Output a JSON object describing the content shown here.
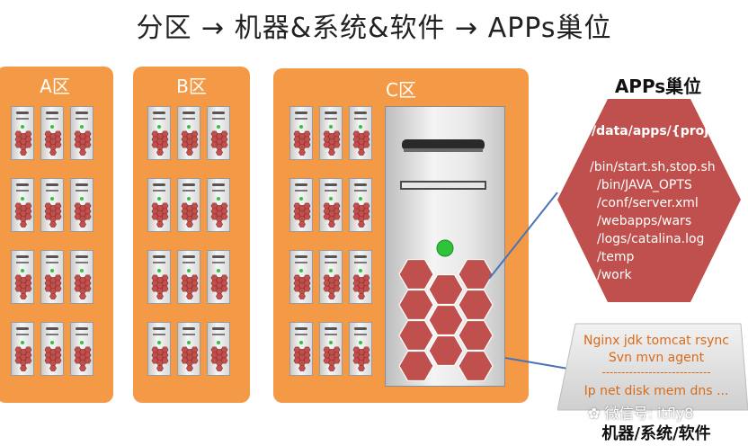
{
  "title": "分区 → 机器&系统&软件 → APPs巢位",
  "zones": [
    {
      "label": "A区"
    },
    {
      "label": "B区"
    },
    {
      "label": "C区"
    }
  ],
  "apps": {
    "title": "APPs巢位",
    "project_path": "/data/apps/{project}",
    "paths": [
      "/bin/start.sh,stop.sh",
      "/bin/JAVA_OPTS",
      "/conf/server.xml",
      "/webapps/wars",
      "/logs/catalina.log",
      "/temp",
      "/work"
    ],
    "fill_color": "#c0504d"
  },
  "system": {
    "line1": "Nginx jdk tomcat rsync",
    "line2": "Svn mvn agent",
    "divider": "----------------------------",
    "line3": "Ip net disk mem dns ..."
  },
  "footer": "机器/系统/软件",
  "watermark": "微信号: itfly8",
  "colors": {
    "zone": "#f49a46",
    "hex": "#c0504d",
    "led": "#2ec43a"
  }
}
